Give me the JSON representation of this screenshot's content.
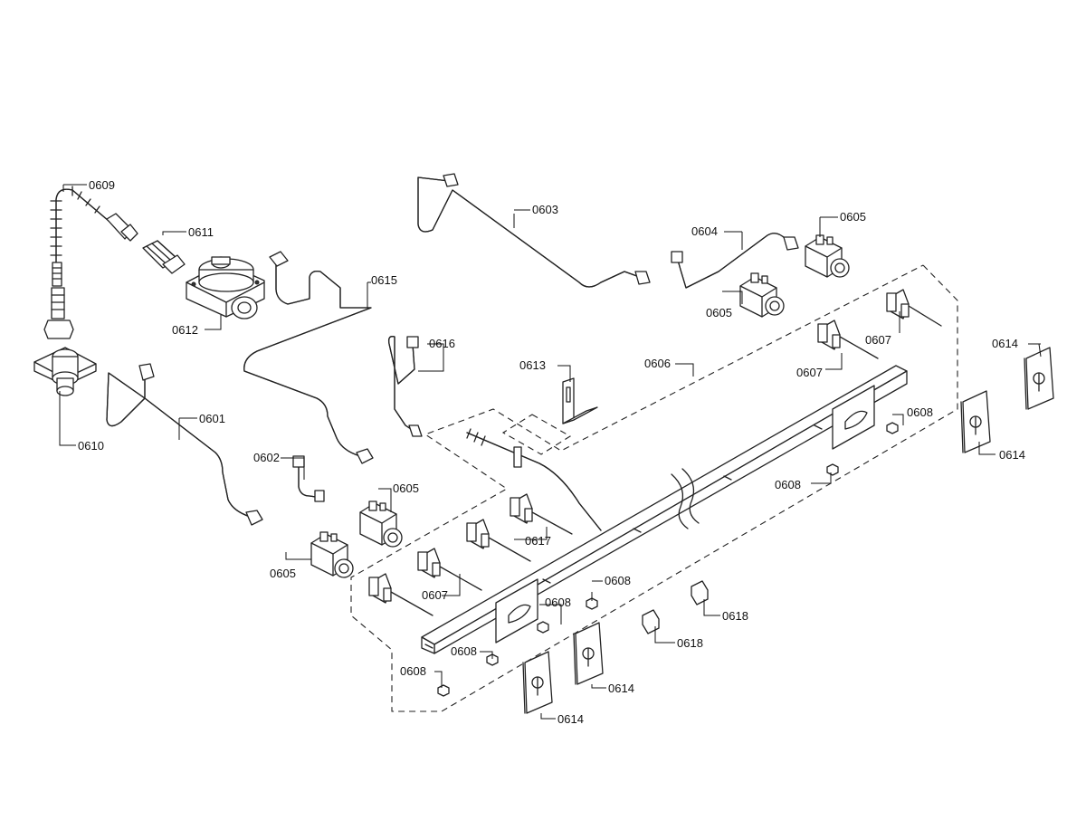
{
  "callouts": {
    "c0609": "0609",
    "c0611": "0611",
    "c0612": "0612",
    "c0610": "0610",
    "c0601": "0601",
    "c0602": "0602",
    "c0615": "0615",
    "c0616": "0616",
    "c0603": "0603",
    "c0604": "0604",
    "c0605_top": "0605",
    "c0605_mid": "0605",
    "c0605_left_a": "0605",
    "c0605_left_b": "0605",
    "c0613": "0613",
    "c0606": "0606",
    "c0607_top": "0607",
    "c0607_mid": "0607",
    "c0607_low": "0607",
    "c0617": "0617",
    "c0608_r1": "0608",
    "c0608_r2": "0608",
    "c0608_c1": "0608",
    "c0608_c2": "0608",
    "c0608_c3": "0608",
    "c0608_c4": "0608",
    "c0614_r1": "0614",
    "c0614_r2": "0614",
    "c0614_b1": "0614",
    "c0614_b2": "0614",
    "c0618_a": "0618",
    "c0618_b": "0618"
  }
}
